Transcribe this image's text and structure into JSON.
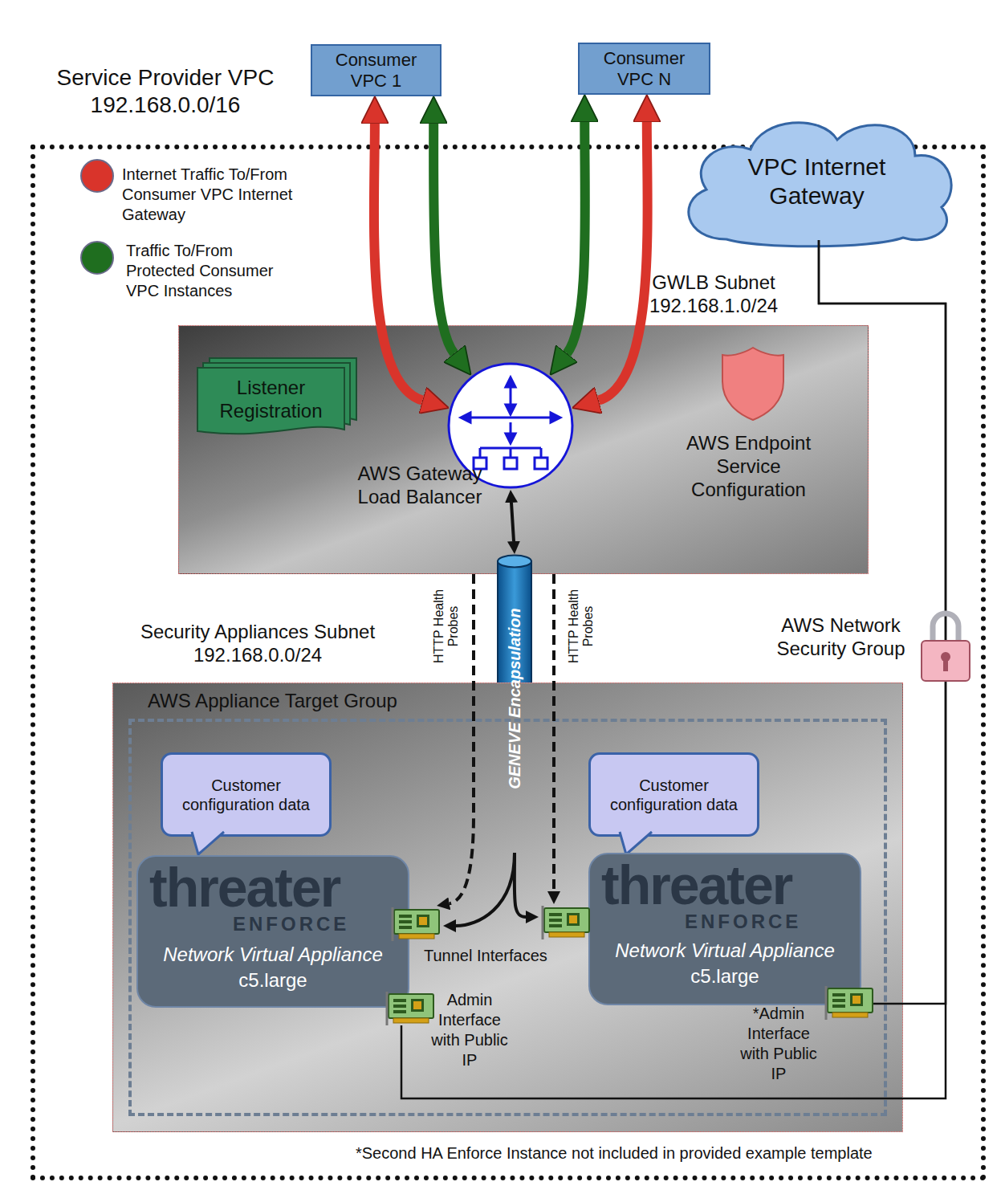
{
  "diagram": {
    "nodes": [
      {
        "text": [
          "Service Provider VPC 192.168.0.0/16"
        ]
      },
      {
        "text": [
          "Consumer VPC 1"
        ]
      },
      {
        "text": [
          "Consumer VPC N"
        ]
      },
      {
        "text": [
          "VPC Internet Gateway"
        ],
        "in": 0
      },
      {
        "text": [
          "GWLB Subnet 192.168.1.0/24"
        ],
        "in": 0
      },
      {
        "text": [
          "Listener Registration"
        ],
        "in": 4
      },
      {
        "text": [
          "AWS Gateway Load Balancer"
        ],
        "in": 4
      },
      {
        "text": [
          "AWS Endpoint Service Configuration"
        ],
        "in": 4
      },
      {
        "text": [
          "GENEVE Encapsulation"
        ],
        "in": 0
      },
      {
        "text": [
          "Security Appliances Subnet 192.168.0.0/24"
        ],
        "in": 0
      },
      {
        "text": [
          "AWS Appliance Target Group"
        ],
        "in": 9
      },
      {
        "text": [
          "Customer configuration data"
        ],
        "in": 10
      },
      {
        "text": [
          "threater",
          "ENFORCE",
          "Network Virtual Appliance",
          "c5.large"
        ],
        "in": 10
      },
      {
        "text": [
          "Customer configuration data"
        ],
        "in": 10
      },
      {
        "text": [
          "threater",
          "ENFORCE",
          "Network Virtual Appliance",
          "c5.large"
        ],
        "in": 10
      }
    ],
    "edges": [
      {
        "from": 1,
        "to": 6,
        "arrow": "both"
      },
      {
        "from": 1,
        "to": 6,
        "arrow": "both"
      },
      {
        "from": 2,
        "to": 6,
        "arrow": "both"
      },
      {
        "from": 2,
        "to": 6,
        "arrow": "both"
      },
      {
        "from": 6,
        "to": 8,
        "arrow": "both"
      },
      {
        "from": 8,
        "to": 12,
        "arrow": "to"
      },
      {
        "from": 8,
        "to": 14,
        "arrow": "to"
      },
      {
        "from": 4,
        "to": 12,
        "label": "HTTP Health Probes",
        "arrow": "to"
      },
      {
        "from": 4,
        "to": 14,
        "label": "HTTP Health Probes",
        "arrow": "to"
      },
      {
        "from": 3,
        "to": 12,
        "arrow": "none"
      },
      {
        "from": 3,
        "to": 14,
        "arrow": "none"
      }
    ],
    "labels": [
      "Tunnel Interfaces",
      "Admin Interface with Public IP",
      "*Admin Interface with Public IP",
      "AWS Network Security Group",
      "*Second HA Enforce Instance not included in provided example template"
    ],
    "legend": [
      {
        "text": "Internet Traffic To/From Consumer VPC Internet Gateway",
        "color": "#d9342b"
      },
      {
        "text": "Traffic To/From Protected Consumer VPC Instances",
        "color": "#1f6e1f"
      }
    ]
  }
}
